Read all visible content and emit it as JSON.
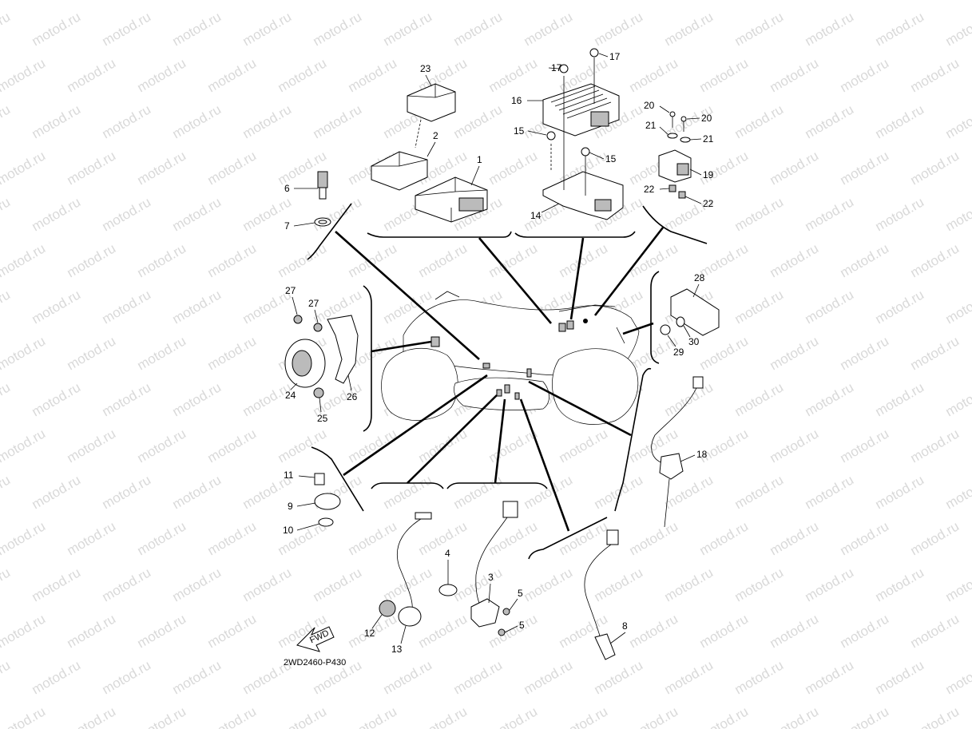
{
  "watermark": {
    "text": "motod.ru",
    "color": "#d9d9d9"
  },
  "diagram": {
    "code": "2WD2460-P430",
    "fwd_label": "FWD",
    "part_numbers": [
      "1",
      "2",
      "3",
      "4",
      "5",
      "5",
      "6",
      "7",
      "8",
      "9",
      "10",
      "11",
      "12",
      "13",
      "14",
      "15",
      "15",
      "16",
      "17",
      "17",
      "18",
      "19",
      "20",
      "20",
      "21",
      "21",
      "22",
      "22",
      "23",
      "24",
      "25",
      "26",
      "27",
      "27",
      "28",
      "29",
      "30"
    ]
  }
}
